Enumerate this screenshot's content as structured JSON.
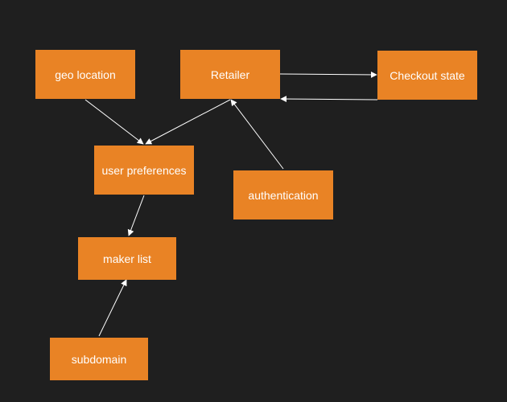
{
  "theme": {
    "background": "#1f1f1f",
    "node_fill": "#e98325",
    "node_text": "#ffffff",
    "edge_color": "#ffffff"
  },
  "nodes": {
    "geo_location": "geo location",
    "retailer": "Retailer",
    "checkout_state": "Checkout state",
    "user_preferences": "user preferences",
    "authentication": "authentication",
    "maker_list": "maker list",
    "subdomain": "subdomain"
  },
  "edges": [
    {
      "from": "retailer",
      "to": "checkout_state"
    },
    {
      "from": "checkout_state",
      "to": "retailer"
    },
    {
      "from": "geo_location",
      "to": "user_preferences"
    },
    {
      "from": "retailer",
      "to": "user_preferences"
    },
    {
      "from": "authentication",
      "to": "retailer"
    },
    {
      "from": "user_preferences",
      "to": "maker_list"
    },
    {
      "from": "subdomain",
      "to": "maker_list"
    }
  ]
}
